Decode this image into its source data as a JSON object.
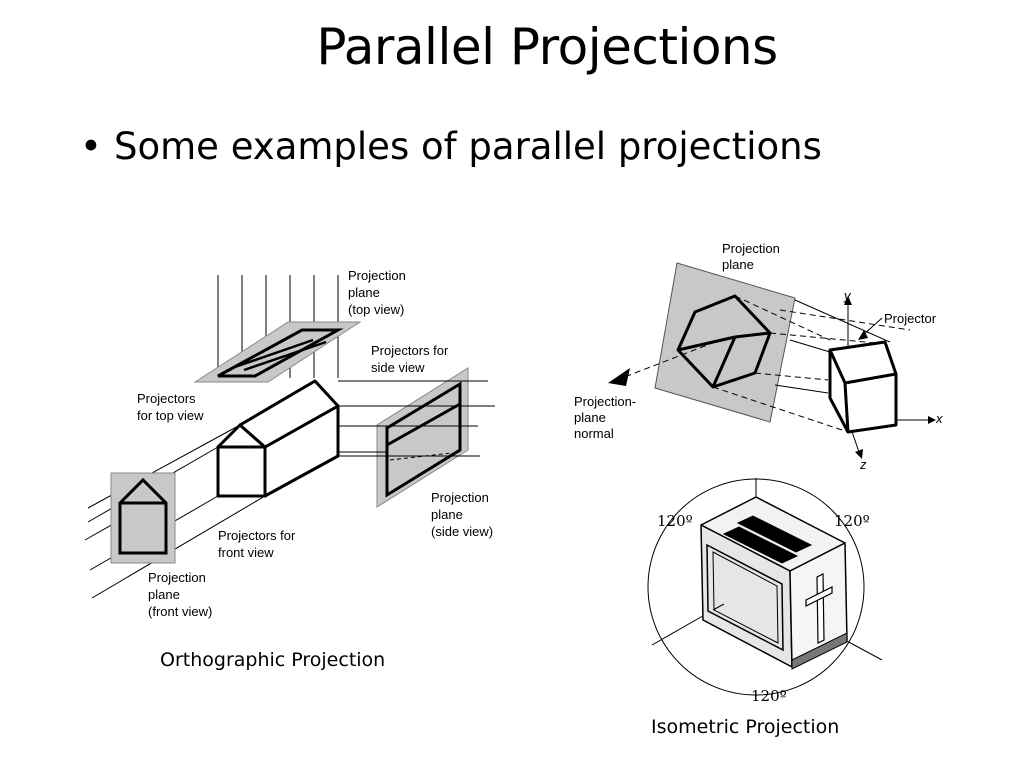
{
  "title": "Parallel Projections",
  "bullet": "Some examples of parallel projections",
  "ortho": {
    "caption": "Orthographic Projection",
    "labels": {
      "top_plane": [
        "Projection",
        "plane",
        "(top view)"
      ],
      "side_projectors": [
        "Projectors for",
        "side view"
      ],
      "top_projectors": [
        "Projectors",
        "for top view"
      ],
      "side_plane": [
        "Projection",
        "plane",
        "(side view)"
      ],
      "front_projectors": [
        "Projectors for",
        "front view"
      ],
      "front_plane": [
        "Projection",
        "plane",
        "(front view)"
      ]
    }
  },
  "oblique": {
    "labels": {
      "plane": [
        "Projection",
        "plane"
      ],
      "projector": "Projector",
      "normal": [
        "Projection-",
        "plane",
        "normal"
      ],
      "axis_x": "x",
      "axis_y": "y",
      "axis_z": "z"
    }
  },
  "iso": {
    "caption": "Isometric Projection",
    "angles": [
      "120º",
      "120º",
      "120º"
    ]
  }
}
